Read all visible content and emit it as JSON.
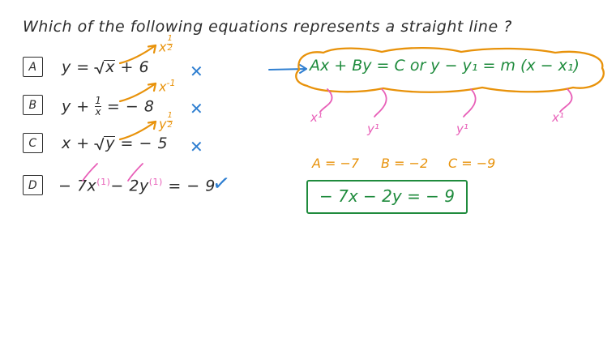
{
  "question": "Which of the following equations represents a straight line ?",
  "choices": [
    {
      "letter": "A",
      "equation_left": "y  =  ",
      "radicand": "x",
      "equation_right": "  +  6",
      "annotation": "x",
      "annotation_exp": "1/2",
      "mark": "✕",
      "mark_type": "cross"
    },
    {
      "letter": "B",
      "equation_left": "y  +  ",
      "frac_num": "1",
      "frac_den": "x",
      "equation_right": "  =  − 8",
      "annotation": "x",
      "annotation_exp": "-1",
      "mark": "✕",
      "mark_type": "cross"
    },
    {
      "letter": "C",
      "equation_left": "x  +  ",
      "radicand": "y",
      "equation_right": "  =  − 5",
      "annotation": "y",
      "annotation_exp": "1/2",
      "mark": "✕",
      "mark_type": "cross"
    },
    {
      "letter": "D",
      "equation_parts": [
        "− 7x",
        "− 2y",
        "  =  − 9"
      ],
      "exp_1": "(1)",
      "exp_2": "(1)",
      "mark": "✓",
      "mark_type": "check"
    }
  ],
  "work": {
    "general_form": "Ax  +  By  =  C   or   y − y₁  =  m (x − x₁)",
    "pink_labels": [
      "x¹",
      "y¹",
      "y¹",
      "x¹"
    ],
    "coefficients": [
      "A = −7",
      "B = −2",
      "C = −9"
    ],
    "answer": "− 7x  −  2y  =  − 9"
  },
  "colors": {
    "ink": "#2c2c2c",
    "blue": "#2f7fd1",
    "orange": "#e8920a",
    "pink": "#e85fb8",
    "green": "#1f8b3d"
  }
}
